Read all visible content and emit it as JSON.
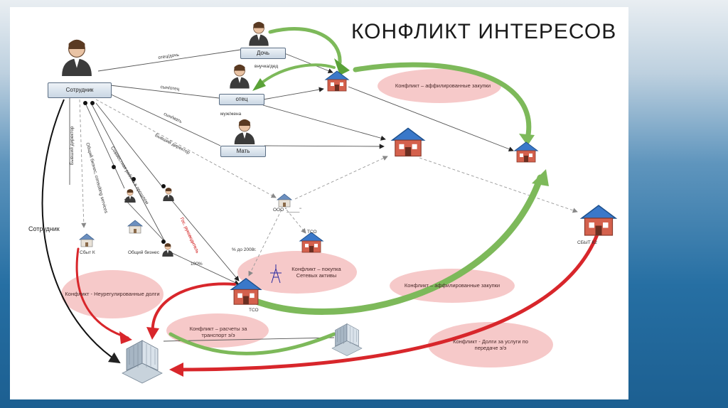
{
  "title": "КОНФЛИКТ ИНТЕРЕСОВ",
  "persons": {
    "employee": "Сотрудник",
    "daughter": "Дочь",
    "father": "отец",
    "mother": "Мать"
  },
  "relation_labels": {
    "father_daughter": "отец/дочь",
    "son_father": "сын/отец",
    "son_mother": "сын/мать",
    "granddaughter": "внучка/дед",
    "husband_wife": "муж/жена",
    "former_director": "Бывший директор",
    "former_director_vertical": "Бывший директор",
    "common_business_services": "Общий бизнес, consulting services",
    "joint_work": "Совместная работа в прошлом",
    "supervisor": "Гос. руководитель",
    "employee_side": "Сотрудник",
    "common_business": "Общий бизнес",
    "percent_100": "100%",
    "percent_2008": "% до 2008г.",
    "tso_small": "ТСО",
    "tso_main": "ТСО"
  },
  "entities": {
    "sbyt_k": "Сбыт К",
    "sbyt_k2": "СБЫТ К2",
    "ooo": "ООО \"_____\""
  },
  "conflicts": {
    "affiliated_top": "Конфликт – аффилированные закупки",
    "purchase_network": "Конфликт – покупка Сетевых активы",
    "unregulated_debts": "Конфликт - Неурегулированные долги",
    "affiliated_mid": "Конфликт – аффилированные закупки",
    "transport_settlements": "Конфликт – расчеты за транспорт э/э",
    "transmission_debts": "Конфликт - Долги за услуги по передаче э/э"
  },
  "colors": {
    "green_arrow": "#7db95a",
    "red_arrow": "#d8262b",
    "ellipse_fill": "#f6c9c9",
    "house_roof": "#3a78c9",
    "house_wall": "#d4614d"
  }
}
